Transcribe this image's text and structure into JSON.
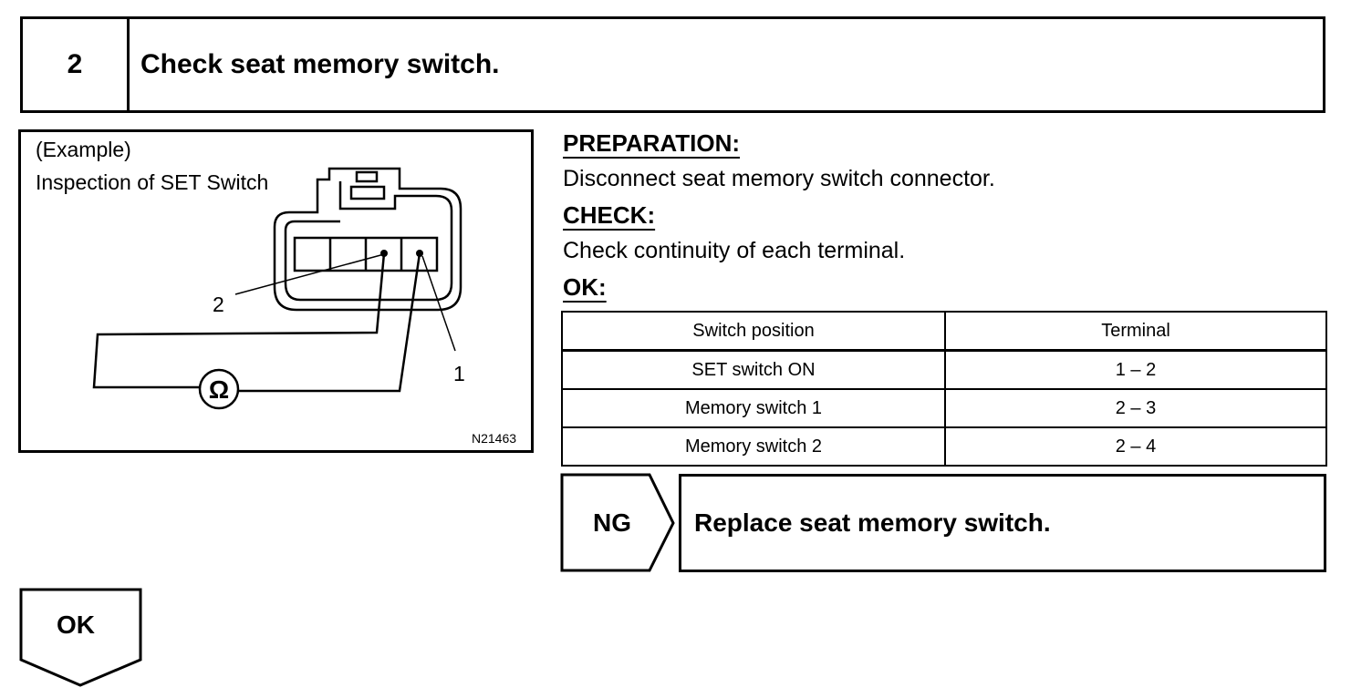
{
  "step": {
    "number": "2",
    "title": "Check seat memory switch."
  },
  "figure": {
    "caption_line1": "(Example)",
    "caption_line2": "Inspection of SET Switch",
    "terminal_label_2": "2",
    "terminal_label_1": "1",
    "ohmmeter_symbol": "Ω",
    "figure_code": "N21463"
  },
  "preparation": {
    "heading": "PREPARATION:",
    "text": "Disconnect seat memory switch connector."
  },
  "check": {
    "heading": "CHECK:",
    "text": "Check continuity of each terminal."
  },
  "ok_spec": {
    "heading": "OK:",
    "table": {
      "headers": [
        "Switch position",
        "Terminal"
      ],
      "rows": [
        [
          "SET switch ON",
          "1 – 2"
        ],
        [
          "Memory switch 1",
          "2 – 3"
        ],
        [
          "Memory switch 2",
          "2 – 4"
        ]
      ]
    }
  },
  "ng": {
    "label": "NG",
    "action": "Replace seat memory switch."
  },
  "ok": {
    "label": "OK"
  }
}
